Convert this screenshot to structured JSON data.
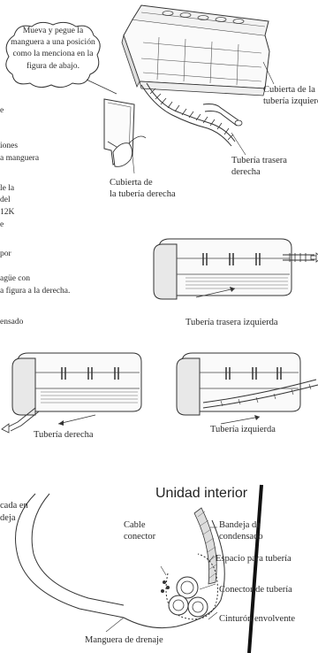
{
  "callout": "Mueva y pegue la manguera a una posición como la menciona en la figura de abajo.",
  "labels": {
    "left_pipe_cover": "Cubierta de la\ntubería izquierda",
    "right_rear_pipe": "Tubería trasera\nderecha",
    "right_pipe_cover": "Cubierta de\nla tubería derecha",
    "left_rear_pipe": "Tubería trasera izquierda",
    "right_pipe": "Tubería derecha",
    "left_pipe": "Tubería izquierda"
  },
  "cut_text": {
    "l1": "e",
    "l2": "iones",
    "l3": "a manguera",
    "l4": "le la",
    "l5": "del",
    "l6": "12K",
    "l7": "e",
    "l8": "por",
    "l9": "agüe con",
    "l10": "a figura a la derecha.",
    "l11": "ensado",
    "l12": "cada en",
    "l13": "deja"
  },
  "cross_section": {
    "indoor_unit": "Unidad interior",
    "cable": "Cable\nconector",
    "tray": "Bandeja de\ncondensado",
    "space": "Espacio para tubería",
    "connector": "Conector de tubería",
    "belt": "Cinturón envolvente",
    "drain_hose": "Manguera de drenaje"
  }
}
